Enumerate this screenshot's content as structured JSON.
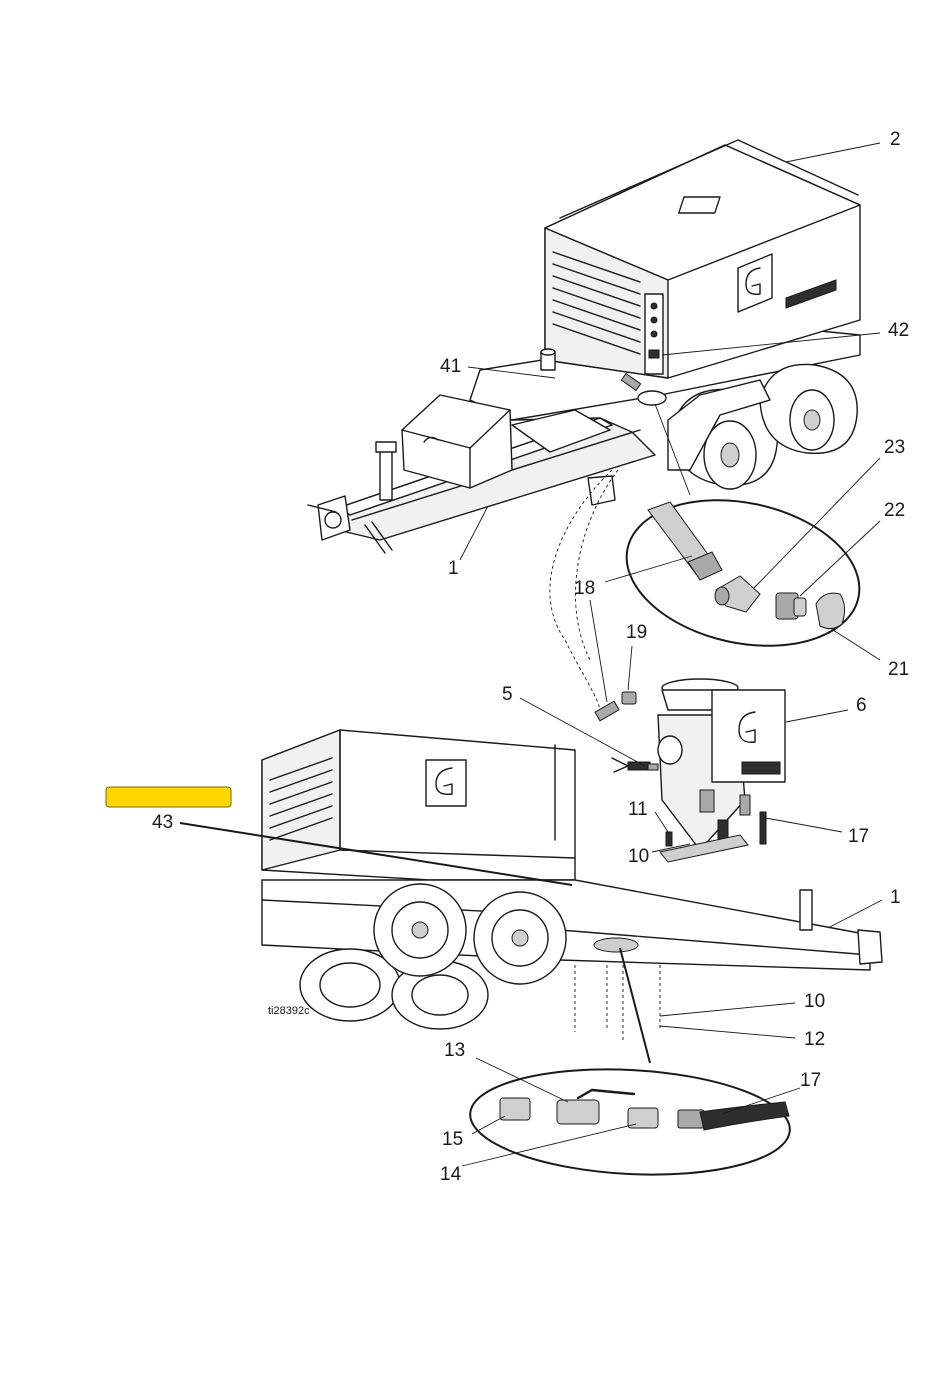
{
  "callouts": {
    "c2": "2",
    "c42": "42",
    "c41": "41",
    "c23": "23",
    "c22": "22",
    "c1_top": "1",
    "c18": "18",
    "c19": "19",
    "c21": "21",
    "c5": "5",
    "c6": "6",
    "c43": "43",
    "c11": "11",
    "c17_mid": "17",
    "c10_mid": "10",
    "c1_bottom": "1",
    "c10_low": "10",
    "c12": "12",
    "c13": "13",
    "c17_low": "17",
    "c15": "15",
    "c14": "14"
  },
  "figure_id": "ti28392c",
  "highlight_color": "#ffd700",
  "line_color": "#1a1a1a"
}
